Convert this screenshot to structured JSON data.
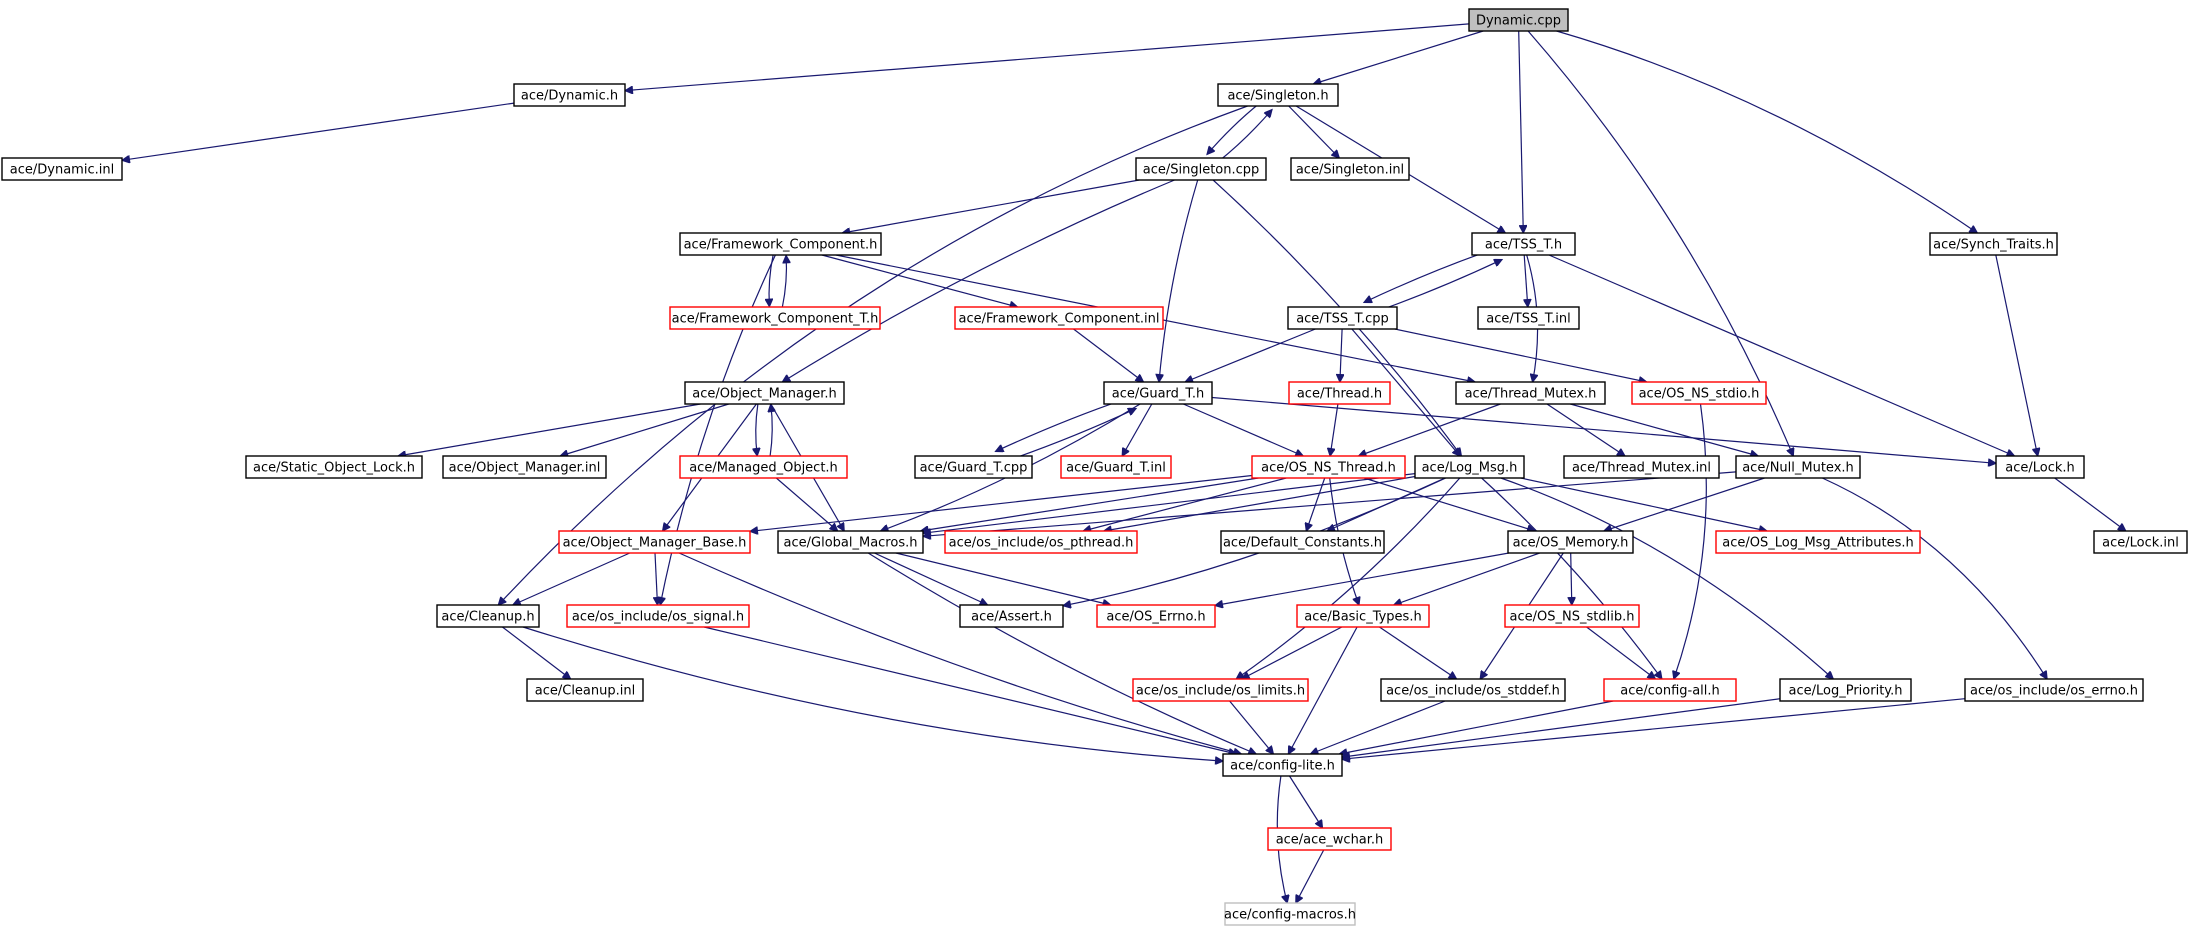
{
  "nodes": {
    "dynamic_cpp": {
      "label": "Dynamic.cpp",
      "kind": "root"
    },
    "dynamic_h": {
      "label": "ace/Dynamic.h",
      "kind": "normal"
    },
    "dynamic_inl": {
      "label": "ace/Dynamic.inl",
      "kind": "normal"
    },
    "singleton_h": {
      "label": "ace/Singleton.h",
      "kind": "normal"
    },
    "singleton_cpp": {
      "label": "ace/Singleton.cpp",
      "kind": "normal"
    },
    "singleton_inl": {
      "label": "ace/Singleton.inl",
      "kind": "normal"
    },
    "tss_t_h": {
      "label": "ace/TSS_T.h",
      "kind": "normal"
    },
    "tss_t_cpp": {
      "label": "ace/TSS_T.cpp",
      "kind": "normal"
    },
    "tss_t_inl": {
      "label": "ace/TSS_T.inl",
      "kind": "normal"
    },
    "synch_traits_h": {
      "label": "ace/Synch_Traits.h",
      "kind": "normal"
    },
    "framework_component_h": {
      "label": "ace/Framework_Component.h",
      "kind": "normal"
    },
    "framework_component_t_h": {
      "label": "ace/Framework_Component_T.h",
      "kind": "truncated"
    },
    "framework_component_inl": {
      "label": "ace/Framework_Component.inl",
      "kind": "truncated"
    },
    "guard_t_h": {
      "label": "ace/Guard_T.h",
      "kind": "normal"
    },
    "guard_t_cpp": {
      "label": "ace/Guard_T.cpp",
      "kind": "normal"
    },
    "guard_t_inl": {
      "label": "ace/Guard_T.inl",
      "kind": "truncated"
    },
    "thread_h": {
      "label": "ace/Thread.h",
      "kind": "truncated"
    },
    "os_ns_stdio_h": {
      "label": "ace/OS_NS_stdio.h",
      "kind": "truncated"
    },
    "thread_mutex_h": {
      "label": "ace/Thread_Mutex.h",
      "kind": "normal"
    },
    "thread_mutex_inl": {
      "label": "ace/Thread_Mutex.inl",
      "kind": "normal"
    },
    "object_manager_h": {
      "label": "ace/Object_Manager.h",
      "kind": "normal"
    },
    "static_object_lock_h": {
      "label": "ace/Static_Object_Lock.h",
      "kind": "normal"
    },
    "object_manager_inl": {
      "label": "ace/Object_Manager.inl",
      "kind": "normal"
    },
    "managed_object_h": {
      "label": "ace/Managed_Object.h",
      "kind": "truncated"
    },
    "os_ns_thread_h": {
      "label": "ace/OS_NS_Thread.h",
      "kind": "truncated"
    },
    "log_msg_h": {
      "label": "ace/Log_Msg.h",
      "kind": "normal"
    },
    "null_mutex_h": {
      "label": "ace/Null_Mutex.h",
      "kind": "normal"
    },
    "lock_h": {
      "label": "ace/Lock.h",
      "kind": "normal"
    },
    "lock_inl": {
      "label": "ace/Lock.inl",
      "kind": "normal"
    },
    "object_manager_base_h": {
      "label": "ace/Object_Manager_Base.h",
      "kind": "truncated"
    },
    "global_macros_h": {
      "label": "ace/Global_Macros.h",
      "kind": "normal"
    },
    "os_pthread_h": {
      "label": "ace/os_include/os_pthread.h",
      "kind": "truncated"
    },
    "default_constants_h": {
      "label": "ace/Default_Constants.h",
      "kind": "normal"
    },
    "os_memory_h": {
      "label": "ace/OS_Memory.h",
      "kind": "normal"
    },
    "os_log_msg_attributes_h": {
      "label": "ace/OS_Log_Msg_Attributes.h",
      "kind": "truncated"
    },
    "cleanup_h": {
      "label": "ace/Cleanup.h",
      "kind": "normal"
    },
    "os_signal_h": {
      "label": "ace/os_include/os_signal.h",
      "kind": "truncated"
    },
    "assert_h": {
      "label": "ace/Assert.h",
      "kind": "normal"
    },
    "os_errno_h": {
      "label": "ace/OS_Errno.h",
      "kind": "truncated"
    },
    "basic_types_h": {
      "label": "ace/Basic_Types.h",
      "kind": "truncated"
    },
    "os_ns_stdlib_h": {
      "label": "ace/OS_NS_stdlib.h",
      "kind": "truncated"
    },
    "cleanup_inl": {
      "label": "ace/Cleanup.inl",
      "kind": "normal"
    },
    "os_limits_h": {
      "label": "ace/os_include/os_limits.h",
      "kind": "truncated"
    },
    "os_stddef_h": {
      "label": "ace/os_include/os_stddef.h",
      "kind": "normal"
    },
    "config_all_h": {
      "label": "ace/config-all.h",
      "kind": "truncated"
    },
    "log_priority_h": {
      "label": "ace/Log_Priority.h",
      "kind": "normal"
    },
    "os_include_errno_h": {
      "label": "ace/os_include/os_errno.h",
      "kind": "normal"
    },
    "config_lite_h": {
      "label": "ace/config-lite.h",
      "kind": "normal"
    },
    "ace_wchar_h": {
      "label": "ace/ace_wchar.h",
      "kind": "truncated"
    },
    "config_macros_h": {
      "label": "ace/config-macros.h",
      "kind": "missing"
    }
  },
  "edges": [
    [
      "dynamic_cpp",
      "dynamic_h"
    ],
    [
      "dynamic_cpp",
      "singleton_h"
    ],
    [
      "dynamic_cpp",
      "tss_t_h"
    ],
    [
      "dynamic_cpp",
      "null_mutex_h"
    ],
    [
      "dynamic_cpp",
      "synch_traits_h"
    ],
    [
      "dynamic_h",
      "dynamic_inl"
    ],
    [
      "singleton_h",
      "singleton_cpp"
    ],
    [
      "singleton_h",
      "singleton_inl"
    ],
    [
      "singleton_h",
      "tss_t_h"
    ],
    [
      "singleton_h",
      "cleanup_h"
    ],
    [
      "singleton_cpp",
      "singleton_h"
    ],
    [
      "singleton_cpp",
      "framework_component_h"
    ],
    [
      "singleton_cpp",
      "object_manager_h"
    ],
    [
      "singleton_cpp",
      "guard_t_h"
    ],
    [
      "singleton_cpp",
      "log_msg_h"
    ],
    [
      "framework_component_h",
      "framework_component_t_h"
    ],
    [
      "framework_component_t_h",
      "framework_component_h"
    ],
    [
      "framework_component_h",
      "framework_component_inl"
    ],
    [
      "framework_component_h",
      "thread_mutex_h"
    ],
    [
      "framework_component_h",
      "os_signal_h"
    ],
    [
      "framework_component_inl",
      "guard_t_h"
    ],
    [
      "tss_t_h",
      "tss_t_cpp"
    ],
    [
      "tss_t_cpp",
      "tss_t_h"
    ],
    [
      "tss_t_h",
      "tss_t_inl"
    ],
    [
      "tss_t_h",
      "thread_mutex_h"
    ],
    [
      "tss_t_h",
      "lock_h"
    ],
    [
      "tss_t_cpp",
      "guard_t_h"
    ],
    [
      "tss_t_cpp",
      "thread_h"
    ],
    [
      "tss_t_cpp",
      "log_msg_h"
    ],
    [
      "tss_t_cpp",
      "os_ns_stdio_h"
    ],
    [
      "synch_traits_h",
      "lock_h"
    ],
    [
      "object_manager_h",
      "static_object_lock_h"
    ],
    [
      "object_manager_h",
      "object_manager_inl"
    ],
    [
      "object_manager_h",
      "managed_object_h"
    ],
    [
      "managed_object_h",
      "object_manager_h"
    ],
    [
      "object_manager_h",
      "object_manager_base_h"
    ],
    [
      "object_manager_h",
      "global_macros_h"
    ],
    [
      "managed_object_h",
      "global_macros_h"
    ],
    [
      "guard_t_h",
      "guard_t_cpp"
    ],
    [
      "guard_t_cpp",
      "guard_t_h"
    ],
    [
      "guard_t_h",
      "guard_t_inl"
    ],
    [
      "guard_t_h",
      "os_ns_thread_h"
    ],
    [
      "guard_t_h",
      "lock_h"
    ],
    [
      "guard_t_h",
      "global_macros_h"
    ],
    [
      "thread_h",
      "os_ns_thread_h"
    ],
    [
      "thread_mutex_h",
      "os_ns_thread_h"
    ],
    [
      "thread_mutex_h",
      "thread_mutex_inl"
    ],
    [
      "thread_mutex_h",
      "null_mutex_h"
    ],
    [
      "os_ns_stdio_h",
      "config_all_h"
    ],
    [
      "lock_h",
      "lock_inl"
    ],
    [
      "null_mutex_h",
      "global_macros_h"
    ],
    [
      "null_mutex_h",
      "os_memory_h"
    ],
    [
      "null_mutex_h",
      "os_include_errno_h"
    ],
    [
      "os_ns_thread_h",
      "object_manager_base_h"
    ],
    [
      "os_ns_thread_h",
      "global_macros_h"
    ],
    [
      "os_ns_thread_h",
      "os_pthread_h"
    ],
    [
      "os_ns_thread_h",
      "default_constants_h"
    ],
    [
      "os_ns_thread_h",
      "os_memory_h"
    ],
    [
      "os_ns_thread_h",
      "basic_types_h"
    ],
    [
      "log_msg_h",
      "global_macros_h"
    ],
    [
      "log_msg_h",
      "os_pthread_h"
    ],
    [
      "log_msg_h",
      "default_constants_h"
    ],
    [
      "log_msg_h",
      "os_log_msg_attributes_h"
    ],
    [
      "log_msg_h",
      "assert_h"
    ],
    [
      "log_msg_h",
      "os_limits_h"
    ],
    [
      "log_msg_h",
      "log_priority_h"
    ],
    [
      "log_msg_h",
      "config_all_h"
    ],
    [
      "object_manager_base_h",
      "cleanup_h"
    ],
    [
      "object_manager_base_h",
      "os_signal_h"
    ],
    [
      "object_manager_base_h",
      "config_lite_h"
    ],
    [
      "global_macros_h",
      "assert_h"
    ],
    [
      "global_macros_h",
      "os_errno_h"
    ],
    [
      "global_macros_h",
      "config_lite_h"
    ],
    [
      "os_memory_h",
      "os_errno_h"
    ],
    [
      "os_memory_h",
      "basic_types_h"
    ],
    [
      "os_memory_h",
      "os_ns_stdlib_h"
    ],
    [
      "os_memory_h",
      "os_stddef_h"
    ],
    [
      "cleanup_h",
      "cleanup_inl"
    ],
    [
      "cleanup_h",
      "config_lite_h"
    ],
    [
      "os_signal_h",
      "config_lite_h"
    ],
    [
      "basic_types_h",
      "os_limits_h"
    ],
    [
      "basic_types_h",
      "os_stddef_h"
    ],
    [
      "basic_types_h",
      "config_lite_h"
    ],
    [
      "os_ns_stdlib_h",
      "config_all_h"
    ],
    [
      "os_limits_h",
      "config_lite_h"
    ],
    [
      "os_stddef_h",
      "config_lite_h"
    ],
    [
      "config_all_h",
      "config_lite_h"
    ],
    [
      "log_priority_h",
      "config_lite_h"
    ],
    [
      "os_include_errno_h",
      "config_lite_h"
    ],
    [
      "config_lite_h",
      "ace_wchar_h"
    ],
    [
      "config_lite_h",
      "config_macros_h"
    ],
    [
      "ace_wchar_h",
      "config_macros_h"
    ]
  ],
  "colors": {
    "edge": "#191970",
    "normal_border": "#000000",
    "truncated_border": "#ff0000",
    "missing_border": "#bfbfbf",
    "root_fill": "#bfbfbf",
    "node_fill": "#ffffff"
  }
}
